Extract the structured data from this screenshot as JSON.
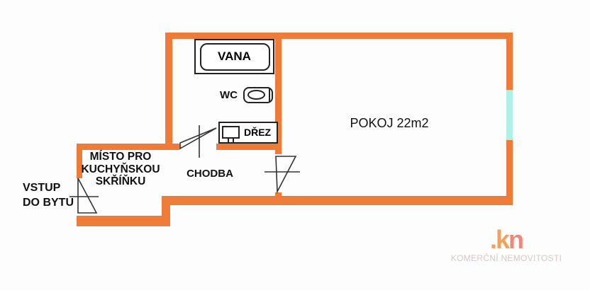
{
  "plan": {
    "room_labels": {
      "pokoj": "POKOJ 22m2",
      "chodba": "CHODBA"
    },
    "fixture_labels": {
      "bathtub": "VANA",
      "toilet": "WC",
      "sink": "DŘEZ"
    },
    "notes": {
      "kitchen_line1": "MÍSTO PRO",
      "kitchen_line2": "KUCHYŇSKOU",
      "kitchen_line3": "SKŘÍŇKU",
      "entrance_line1": "VSTUP",
      "entrance_line2": "DO BYTU"
    },
    "colors": {
      "wall": "#EC7C38",
      "window": "#AFF0E7",
      "line": "#222222"
    }
  },
  "branding": {
    "logo_dot": ".",
    "logo_k": "k",
    "logo_n": "n",
    "subtitle": "KOMERČNÍ NEMOVITOSTI",
    "colors": {
      "logo_orange": "#F2A15C",
      "logo_salmon": "#EB8A78",
      "subtitle_color": "#DBC7C4"
    }
  }
}
